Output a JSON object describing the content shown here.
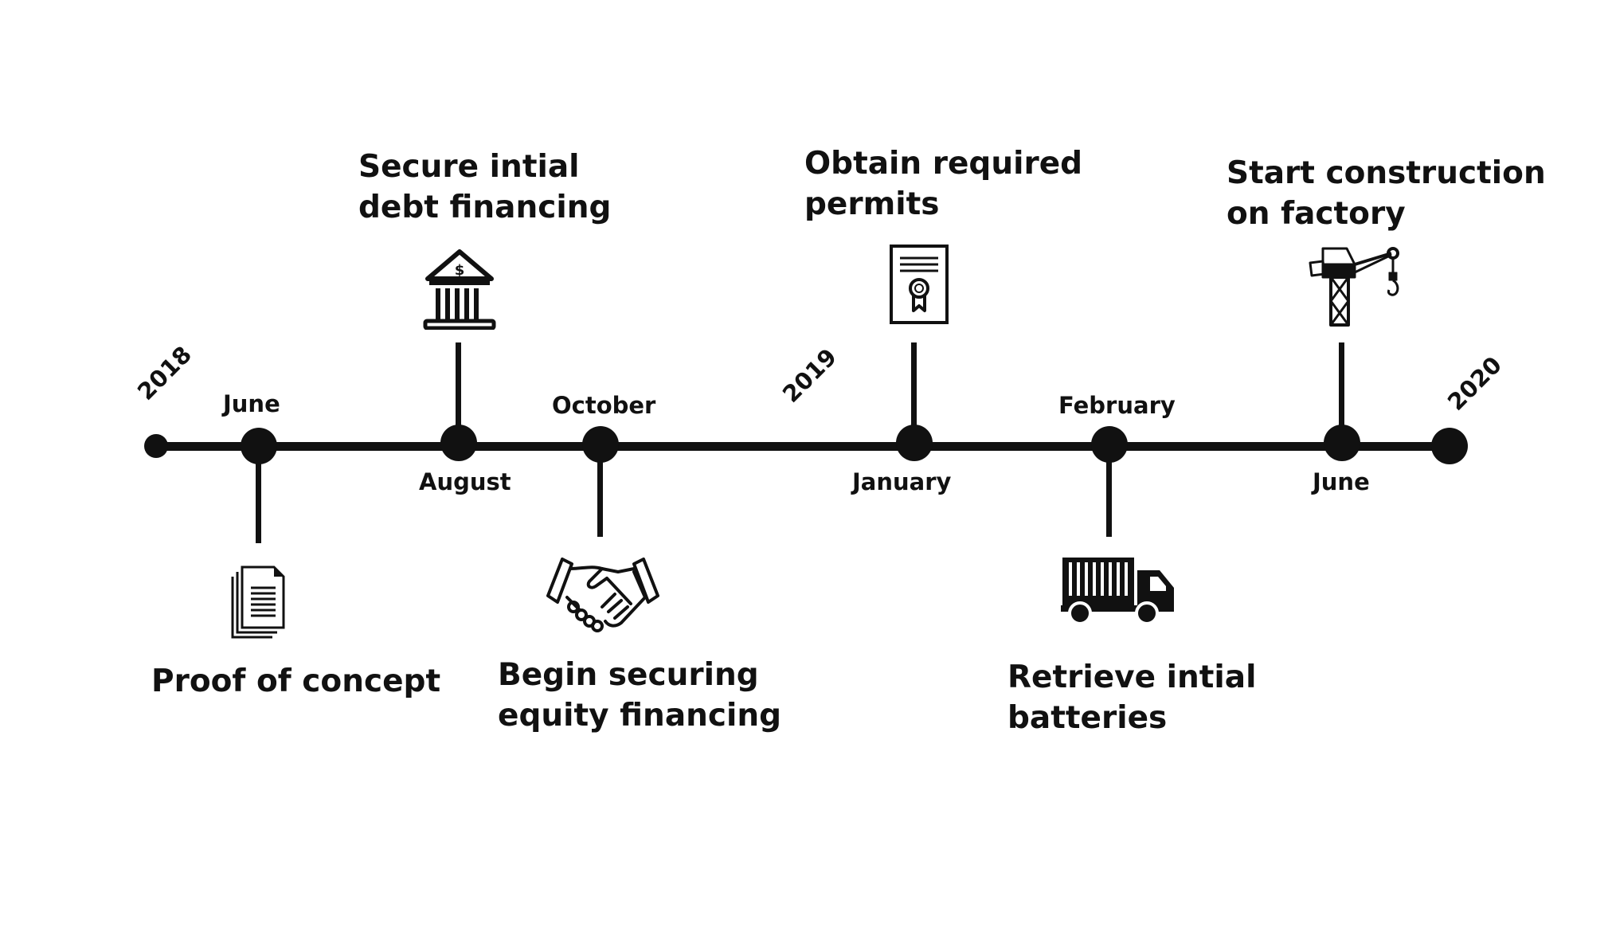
{
  "years": {
    "start": "2018",
    "mid": "2019",
    "end": "2020"
  },
  "milestones": [
    {
      "month": "June",
      "year": "2018",
      "title": "Proof of concept",
      "icon": "documents-icon",
      "side": "below"
    },
    {
      "month": "August",
      "year": "2018",
      "title_line1": "Secure intial",
      "title_line2": "debt financing",
      "icon": "bank-icon",
      "side": "above"
    },
    {
      "month": "October",
      "year": "2018",
      "title_line1": "Begin securing",
      "title_line2": "equity financing",
      "icon": "handshake-icon",
      "side": "below"
    },
    {
      "month": "January",
      "year": "2019",
      "title_line1": "Obtain required",
      "title_line2": "permits",
      "icon": "certificate-icon",
      "side": "above"
    },
    {
      "month": "February",
      "year": "2019",
      "title_line1": "Retrieve intial",
      "title_line2": "batteries",
      "icon": "truck-icon",
      "side": "below"
    },
    {
      "month": "June",
      "year": "2019",
      "title_line1": "Start construction",
      "title_line2": "on factory",
      "icon": "crane-icon",
      "side": "above"
    }
  ],
  "colors": {
    "ink": "#111111",
    "background": "#ffffff"
  }
}
